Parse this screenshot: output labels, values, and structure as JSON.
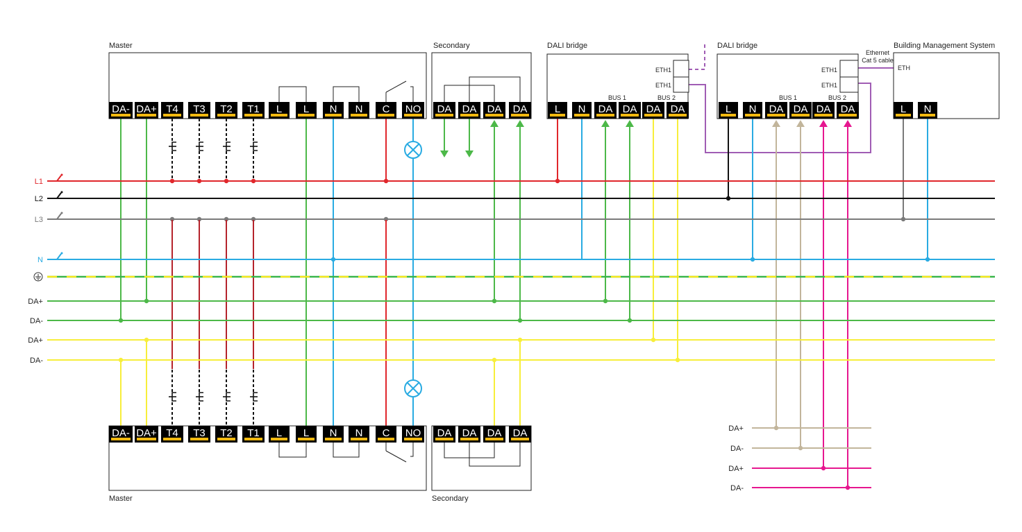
{
  "colors": {
    "l1": "#e0262b",
    "l2": "#111111",
    "l3": "#7a7a7a",
    "neutral": "#29abe2",
    "earth_green": "#39b54a",
    "earth_yellow": "#f5e71e",
    "da_green": "#4cb848",
    "da_yellow": "#f7ee3a",
    "tan": "#c2b59b",
    "magenta": "#e6168f",
    "purple": "#a05db4",
    "switch_red": "#b5232b",
    "terminal_bg": "#000000",
    "terminal_bar": "#f2b90f"
  },
  "rails": [
    {
      "label": "L1",
      "color_key": "l1"
    },
    {
      "label": "L2",
      "color_key": "l2"
    },
    {
      "label": "L3",
      "color_key": "l3"
    },
    {
      "label": "N",
      "color_key": "neutral"
    },
    {
      "label": "DA+",
      "color_key": "da_green"
    },
    {
      "label": "DA-",
      "color_key": "da_green"
    },
    {
      "label": "DA+",
      "color_key": "da_yellow"
    },
    {
      "label": "DA-",
      "color_key": "da_yellow"
    }
  ],
  "earth_icon": "earth-ground-icon",
  "devices": {
    "master_top": {
      "title": "Master",
      "terminals": [
        "DA-",
        "DA+",
        "T4",
        "T3",
        "T2",
        "T1",
        "L",
        "L",
        "N",
        "N",
        "C",
        "NO"
      ]
    },
    "master_bottom": {
      "title": "Master",
      "terminals": [
        "DA-",
        "DA+",
        "T4",
        "T3",
        "T2",
        "T1",
        "L",
        "L",
        "N",
        "N",
        "C",
        "NO"
      ]
    },
    "secondary_top": {
      "title": "Secondary",
      "terminals": [
        "DA",
        "DA",
        "DA",
        "DA"
      ]
    },
    "secondary_bottom": {
      "title": "Secondary",
      "terminals": [
        "DA",
        "DA",
        "DA",
        "DA"
      ]
    },
    "dali_bridge_1": {
      "title": "DALI bridge",
      "ports": [
        "ETH1",
        "ETH1"
      ],
      "bus_labels": [
        "BUS 1",
        "BUS 2"
      ],
      "terminals": [
        "L",
        "N",
        "DA",
        "DA",
        "DA",
        "DA"
      ]
    },
    "dali_bridge_2": {
      "title": "DALI bridge",
      "ports": [
        "ETH1",
        "ETH1"
      ],
      "bus_labels": [
        "BUS 1",
        "BUS 2"
      ],
      "terminals": [
        "L",
        "N",
        "DA",
        "DA",
        "DA",
        "DA"
      ],
      "cable_note": [
        "Ethernet",
        "Cat 5 cable"
      ]
    },
    "bms": {
      "title": "Building Management System",
      "port": "ETH",
      "terminals": [
        "L",
        "N"
      ]
    }
  },
  "bus_outputs": [
    {
      "label": "DA+",
      "color_key": "tan"
    },
    {
      "label": "DA-",
      "color_key": "tan"
    },
    {
      "label": "DA+",
      "color_key": "magenta"
    },
    {
      "label": "DA-",
      "color_key": "magenta"
    }
  ]
}
